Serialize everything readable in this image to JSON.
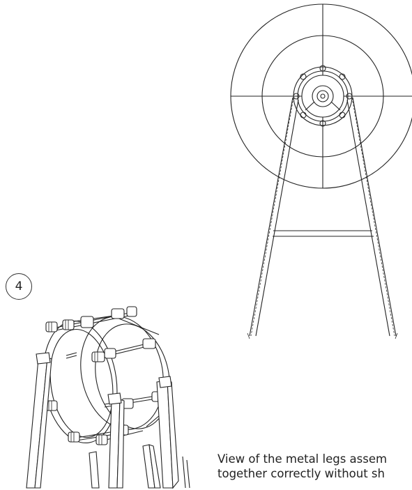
{
  "step": {
    "number": "4"
  },
  "caption": {
    "line1": "View of the metal legs assem",
    "line2": "together correctly without sh"
  },
  "icons": {
    "front_view": "front-elevation-drawing",
    "perspective_view": "perspective-assembly-drawing"
  }
}
